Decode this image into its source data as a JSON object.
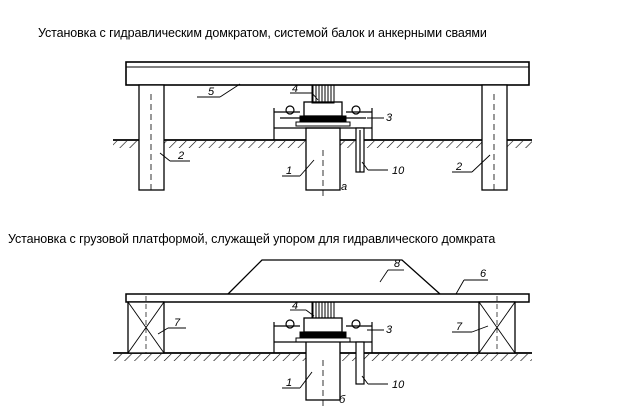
{
  "titles": {
    "upper": "Установка с гидравлическим домкратом, системой балок и анкерными сваями",
    "lower": "Установка с грузовой платформой, служащей упором для гидравлического домкрата"
  },
  "upper_labels": {
    "beam": "5",
    "jack": "4",
    "gauge": "3",
    "anchor_left": "2",
    "test_pile": "1",
    "dial_support": "10",
    "anchor_right": "2",
    "caption": "а"
  },
  "lower_labels": {
    "load": "8",
    "platform": "6",
    "jack": "4",
    "gauge": "3",
    "crib_left": "7",
    "crib_right": "7",
    "test_pile": "1",
    "dial_support": "10",
    "caption": "б"
  }
}
